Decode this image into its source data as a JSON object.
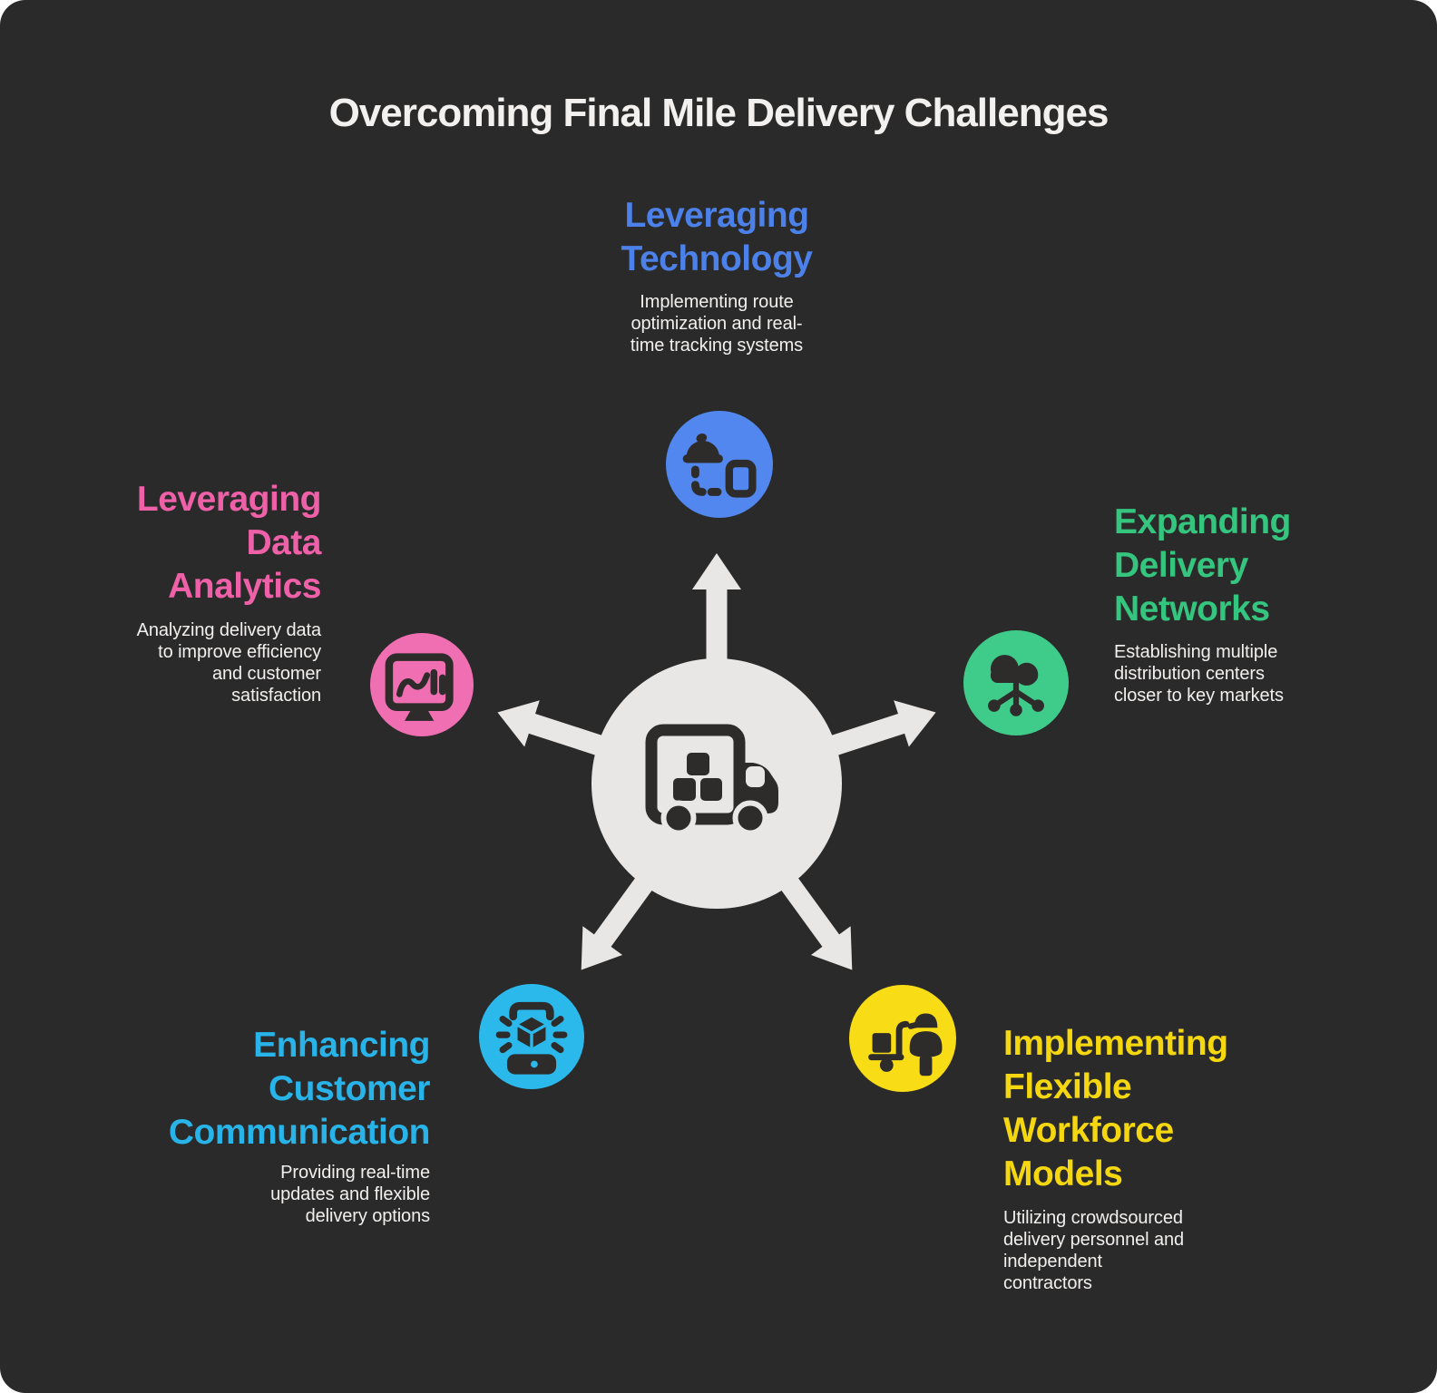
{
  "background": "#2b2a2a",
  "title": "Overcoming Final Mile Delivery Challenges",
  "text_color": "#f1f0ee",
  "center": {
    "icon": "delivery-truck-icon",
    "circle_color": "#e9e7e5",
    "arrow_color": "#e9e7e5",
    "icon_color": "#2e2c2b",
    "arrow_count": 5
  },
  "nodes": [
    {
      "id": "leveraging-technology",
      "position": "top",
      "title": "Leveraging\nTechnology",
      "description": "Implementing route\noptimization and real-\ntime tracking systems",
      "color": "#4c81ea",
      "circle_color": "#5187ee",
      "icon": "food-delivery-tracking-icon"
    },
    {
      "id": "expanding-delivery-networks",
      "position": "right",
      "title": "Expanding\nDelivery\nNetworks",
      "description": "Establishing multiple\ndistribution centers\ncloser to key markets",
      "color": "#34c67f",
      "circle_color": "#3fcb8a",
      "icon": "cloud-network-icon"
    },
    {
      "id": "implementing-flexible-workforce-models",
      "position": "bottom-right",
      "title": "Implementing\nFlexible\nWorkforce\nModels",
      "description": "Utilizing crowdsourced\ndelivery personnel and\nindependent\ncontractors",
      "color": "#f5d710",
      "circle_color": "#f8dc15",
      "icon": "delivery-worker-cart-icon"
    },
    {
      "id": "enhancing-customer-communication",
      "position": "bottom-left",
      "title": "Enhancing\nCustomer\nCommunication",
      "description": "Providing real-time\nupdates and flexible\ndelivery options",
      "color": "#28b4e8",
      "circle_color": "#2bb9ec",
      "icon": "phone-package-alert-icon"
    },
    {
      "id": "leveraging-data-analytics",
      "position": "left",
      "title": "Leveraging\nData\nAnalytics",
      "description": "Analyzing delivery data\nto improve efficiency\nand customer\nsatisfaction",
      "color": "#ee61a8",
      "circle_color": "#f06fb2",
      "icon": "analytics-monitor-icon"
    }
  ]
}
